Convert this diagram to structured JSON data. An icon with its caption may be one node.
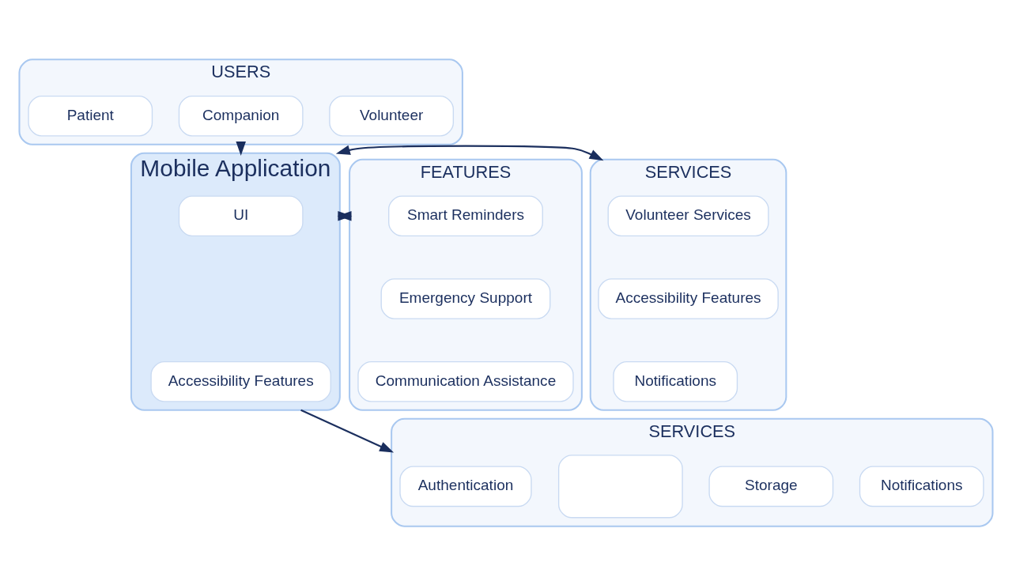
{
  "diagram": {
    "nodes": [
      {
        "text": [
          "USERS"
        ]
      },
      {
        "text": [
          "Patient"
        ],
        "in": 0
      },
      {
        "text": [
          "Companion"
        ],
        "in": 0
      },
      {
        "text": [
          "Volunteer"
        ],
        "in": 0
      },
      {
        "text": [
          "FEATURES"
        ]
      },
      {
        "text": [
          "Smart Reminders"
        ],
        "in": 4
      },
      {
        "text": [
          "Emergency Support"
        ],
        "in": 4
      },
      {
        "text": [
          "Communication Assistance"
        ],
        "in": 4
      },
      {
        "text": [
          "Mobile Application"
        ]
      },
      {
        "text": [
          "UI"
        ],
        "in": 8
      },
      {
        "text": [
          "Accessibility Features"
        ],
        "in": 8
      },
      {
        "text": [
          "SERVICES"
        ]
      },
      {
        "text": [
          "Volunteer Services"
        ],
        "in": 11
      },
      {
        "text": [
          "Accessibility Features"
        ],
        "in": 11
      },
      {
        "text": [
          "Notifications"
        ],
        "in": 11
      },
      {
        "text": [
          "SERVICES"
        ]
      },
      {
        "text": [
          "Authentication"
        ],
        "in": 15
      },
      {
        "text": [],
        "shape": "box",
        "in": 15
      },
      {
        "text": [
          "Storage"
        ],
        "in": 15
      },
      {
        "text": [
          "Notifications"
        ],
        "in": 15
      }
    ],
    "edges": [
      {
        "from": 0,
        "to": 8,
        "arrow": "to"
      },
      {
        "from": 4,
        "to": 8,
        "arrow": "both"
      },
      {
        "from": 8,
        "to": 11,
        "arrow": "both"
      },
      {
        "from": 8,
        "to": 15,
        "arrow": "to"
      }
    ]
  }
}
